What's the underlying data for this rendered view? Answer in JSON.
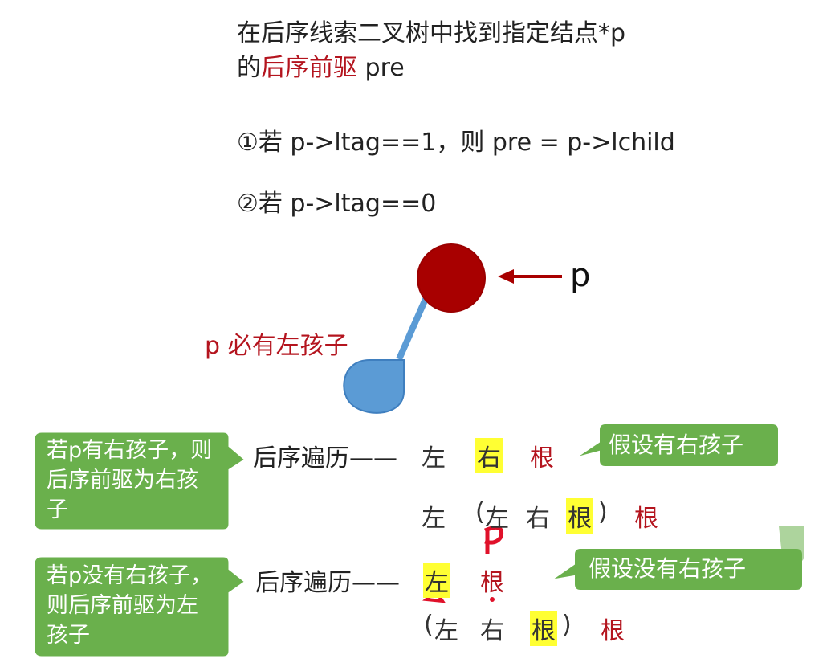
{
  "title": {
    "line1": "在后序线索二叉树中找到指定结点*p",
    "line2_prefix": "的",
    "line2_accent": "后序前驱",
    "line2_suffix": " pre"
  },
  "rules": {
    "rule1": "①若 p->ltag==1，则 pre = p->lchild",
    "rule2": "②若 p->ltag==0"
  },
  "tree": {
    "pointer_label": "p",
    "left_child_note": "p 必有左孩子",
    "colors": {
      "root_node": "#a80000",
      "left_node": "#5b9bd5",
      "edge": "#5b9bd5",
      "arrow": "#a80000"
    }
  },
  "case_right": {
    "bubble_text": "若p有右孩子，则后序前驱为右孩子",
    "traversal_label": "后序遍历——",
    "row1": {
      "t1": "左",
      "t2": "右",
      "t3": "根"
    },
    "row2": {
      "t1": "左",
      "open": "(",
      "t2": "左",
      "t3": "右",
      "t4": "根",
      "close": ")",
      "t5": "根"
    },
    "assume_bubble": "假设有右孩子"
  },
  "case_no_right": {
    "bubble_text": "若p没有右孩子，则后序前驱为左孩子",
    "traversal_label": "后序遍历——",
    "row1": {
      "t1": "左",
      "t2": "根"
    },
    "row2": {
      "open": "(",
      "t1": "左",
      "t2": "右",
      "t3": "根",
      "close": ")",
      "t4": "根"
    },
    "assume_bubble": "假设没有右孩子",
    "hand_p": "p"
  },
  "colors": {
    "bubble_fill": "#6ab04c",
    "bubble_stroke": "#ffffff",
    "highlight": "#ffff33",
    "accent_red": "#b4141e"
  }
}
